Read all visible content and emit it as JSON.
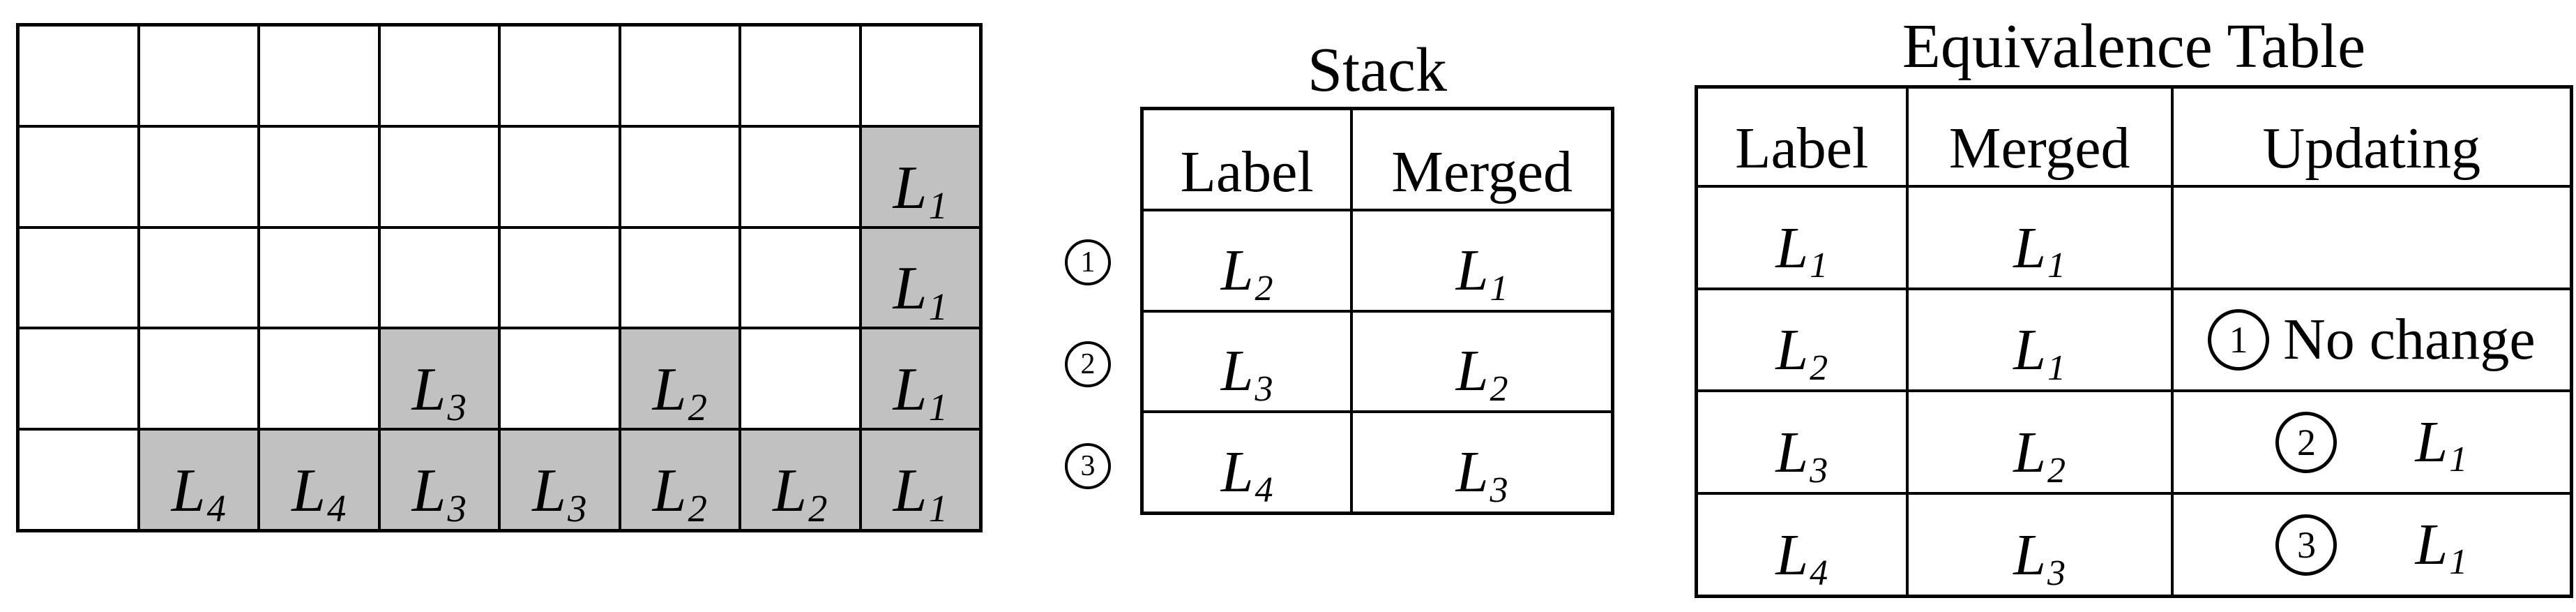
{
  "colors": {
    "shaded_cell": "#c1c1c1",
    "line": "#000000",
    "background": "#ffffff"
  },
  "grid": {
    "rows": 5,
    "cols": 8,
    "cells": [
      {
        "shaded": false,
        "base": "",
        "sub": ""
      },
      {
        "shaded": false,
        "base": "",
        "sub": ""
      },
      {
        "shaded": false,
        "base": "",
        "sub": ""
      },
      {
        "shaded": false,
        "base": "",
        "sub": ""
      },
      {
        "shaded": false,
        "base": "",
        "sub": ""
      },
      {
        "shaded": false,
        "base": "",
        "sub": ""
      },
      {
        "shaded": false,
        "base": "",
        "sub": ""
      },
      {
        "shaded": false,
        "base": "",
        "sub": ""
      },
      {
        "shaded": false,
        "base": "",
        "sub": ""
      },
      {
        "shaded": false,
        "base": "",
        "sub": ""
      },
      {
        "shaded": false,
        "base": "",
        "sub": ""
      },
      {
        "shaded": false,
        "base": "",
        "sub": ""
      },
      {
        "shaded": false,
        "base": "",
        "sub": ""
      },
      {
        "shaded": false,
        "base": "",
        "sub": ""
      },
      {
        "shaded": false,
        "base": "",
        "sub": ""
      },
      {
        "shaded": true,
        "base": "L",
        "sub": "1"
      },
      {
        "shaded": false,
        "base": "",
        "sub": ""
      },
      {
        "shaded": false,
        "base": "",
        "sub": ""
      },
      {
        "shaded": false,
        "base": "",
        "sub": ""
      },
      {
        "shaded": false,
        "base": "",
        "sub": ""
      },
      {
        "shaded": false,
        "base": "",
        "sub": ""
      },
      {
        "shaded": false,
        "base": "",
        "sub": ""
      },
      {
        "shaded": false,
        "base": "",
        "sub": ""
      },
      {
        "shaded": true,
        "base": "L",
        "sub": "1"
      },
      {
        "shaded": false,
        "base": "",
        "sub": ""
      },
      {
        "shaded": false,
        "base": "",
        "sub": ""
      },
      {
        "shaded": false,
        "base": "",
        "sub": ""
      },
      {
        "shaded": true,
        "base": "L",
        "sub": "3"
      },
      {
        "shaded": false,
        "base": "",
        "sub": ""
      },
      {
        "shaded": true,
        "base": "L",
        "sub": "2"
      },
      {
        "shaded": false,
        "base": "",
        "sub": ""
      },
      {
        "shaded": true,
        "base": "L",
        "sub": "1"
      },
      {
        "shaded": false,
        "base": "",
        "sub": ""
      },
      {
        "shaded": true,
        "base": "L",
        "sub": "4"
      },
      {
        "shaded": true,
        "base": "L",
        "sub": "4"
      },
      {
        "shaded": true,
        "base": "L",
        "sub": "3"
      },
      {
        "shaded": true,
        "base": "L",
        "sub": "3"
      },
      {
        "shaded": true,
        "base": "L",
        "sub": "2"
      },
      {
        "shaded": true,
        "base": "L",
        "sub": "2"
      },
      {
        "shaded": true,
        "base": "L",
        "sub": "1"
      }
    ]
  },
  "stack": {
    "title": "Stack",
    "columns": [
      "Label",
      "Merged"
    ],
    "step_markers": [
      "1",
      "2",
      "3"
    ],
    "rows": [
      {
        "label": {
          "base": "L",
          "sub": "2"
        },
        "merged": {
          "base": "L",
          "sub": "1"
        }
      },
      {
        "label": {
          "base": "L",
          "sub": "3"
        },
        "merged": {
          "base": "L",
          "sub": "2"
        }
      },
      {
        "label": {
          "base": "L",
          "sub": "4"
        },
        "merged": {
          "base": "L",
          "sub": "3"
        }
      }
    ]
  },
  "equivalence": {
    "title": "Equivalence Table",
    "columns": [
      "Label",
      "Merged",
      "Updating"
    ],
    "rows": [
      {
        "label": {
          "base": "L",
          "sub": "1"
        },
        "merged": {
          "base": "L",
          "sub": "1"
        },
        "updating": {
          "marker": "",
          "text": ""
        }
      },
      {
        "label": {
          "base": "L",
          "sub": "2"
        },
        "merged": {
          "base": "L",
          "sub": "1"
        },
        "updating": {
          "marker": "1",
          "text": "No change"
        }
      },
      {
        "label": {
          "base": "L",
          "sub": "3"
        },
        "merged": {
          "base": "L",
          "sub": "2"
        },
        "updating": {
          "marker": "2",
          "value": {
            "base": "L",
            "sub": "1"
          }
        }
      },
      {
        "label": {
          "base": "L",
          "sub": "4"
        },
        "merged": {
          "base": "L",
          "sub": "3"
        },
        "updating": {
          "marker": "3",
          "value": {
            "base": "L",
            "sub": "1"
          }
        }
      }
    ]
  }
}
